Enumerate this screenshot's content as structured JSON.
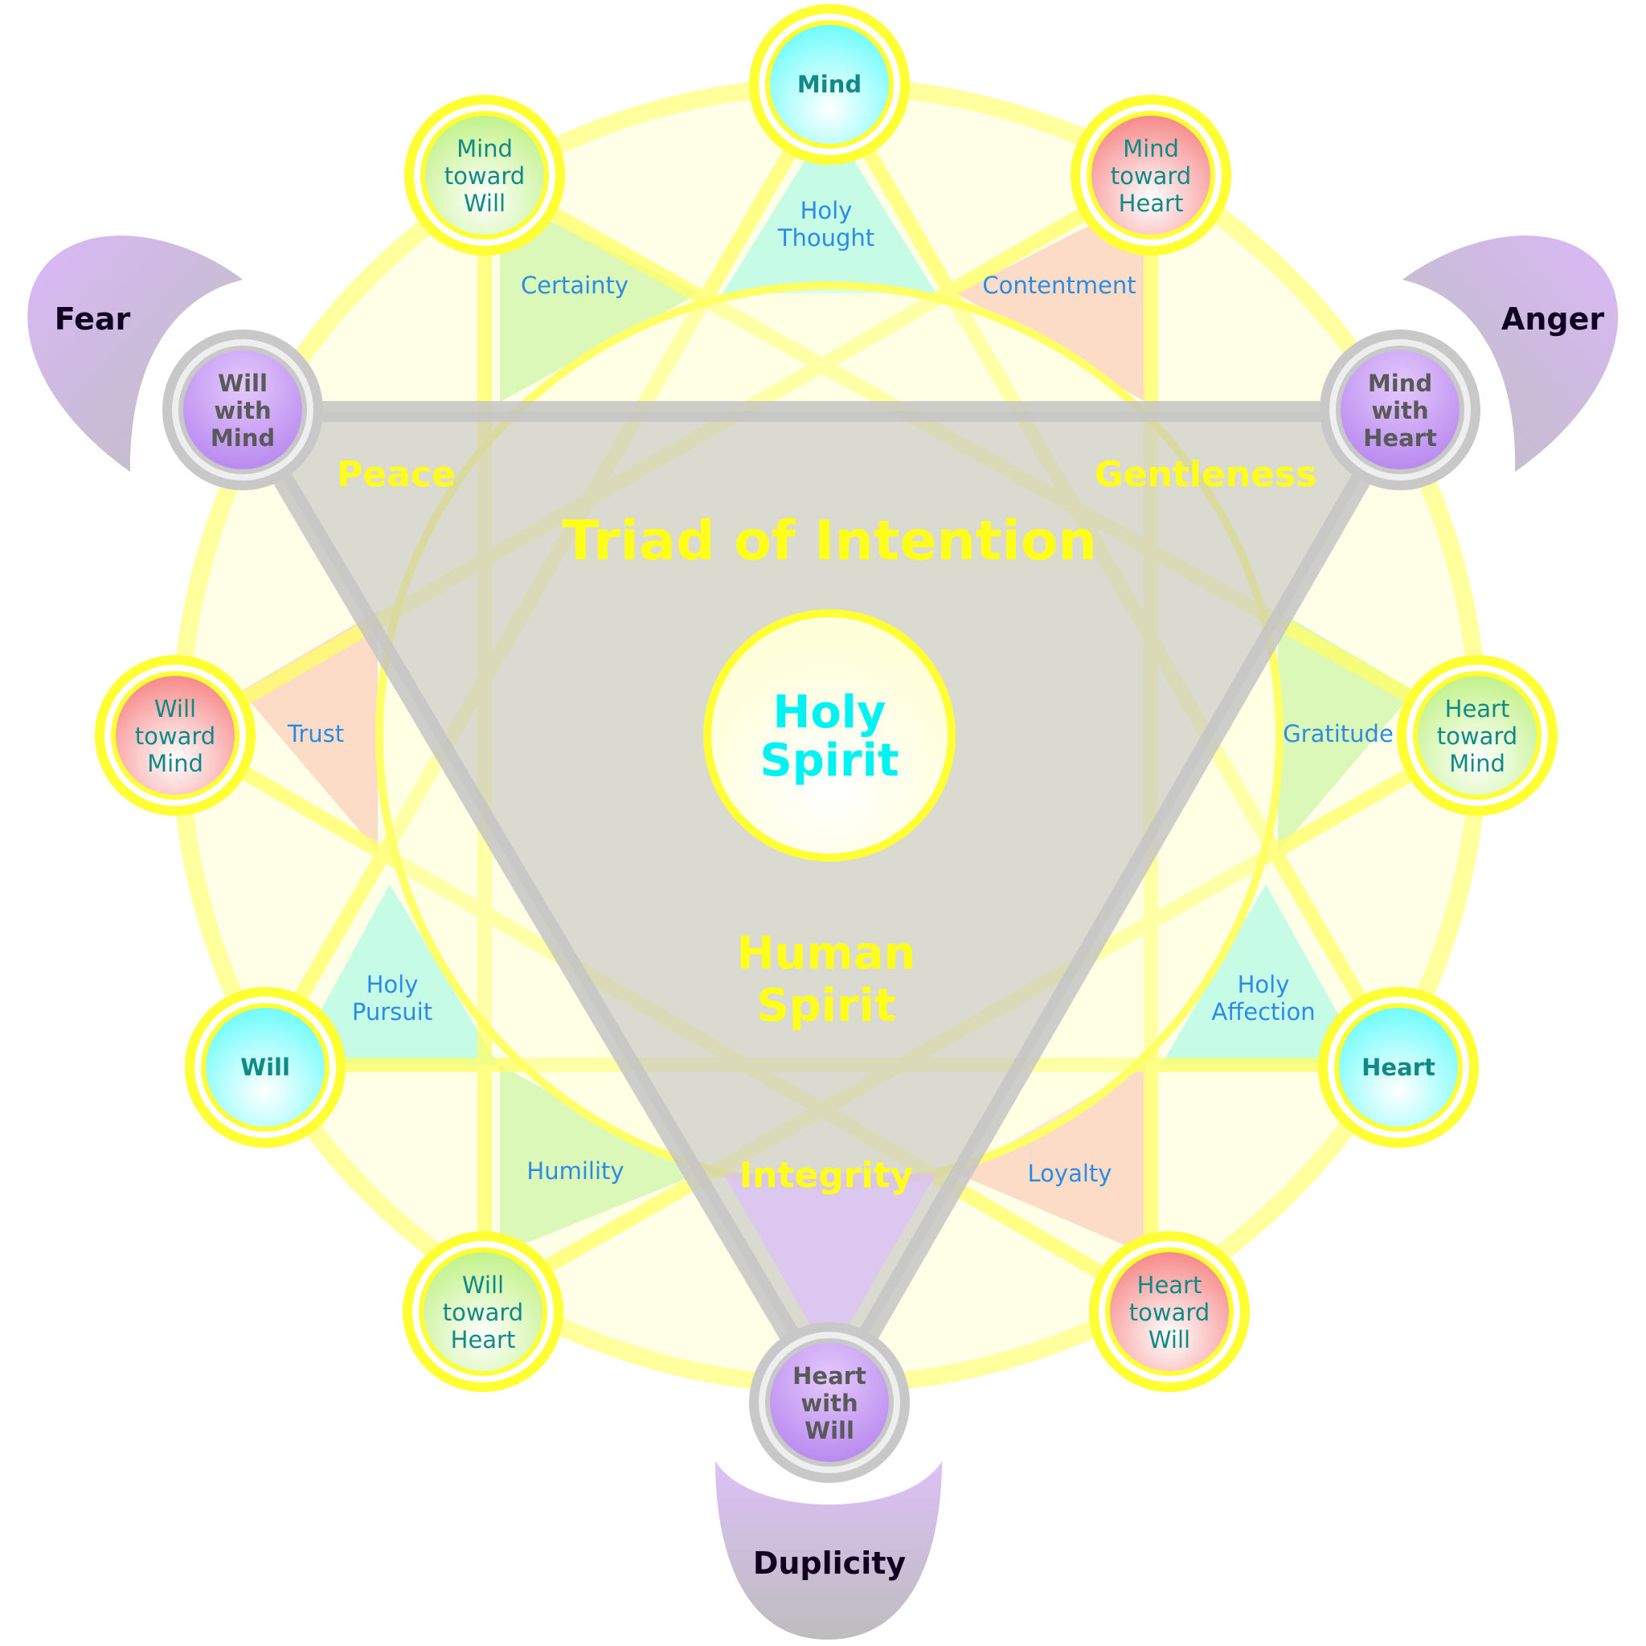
{
  "center": {
    "line1": "Holy",
    "line2": "Spirit"
  },
  "triad_title": "Triad of Intention",
  "human_spirit": {
    "line1": "Human",
    "line2": "Spirit"
  },
  "virtues_gold": {
    "peace": "Peace",
    "gentleness": "Gentleness",
    "integrity": "Integrity"
  },
  "primary_nodes": {
    "mind": "Mind",
    "will": "Will",
    "heart": "Heart"
  },
  "toward_nodes": {
    "mind_toward_will": [
      "Mind",
      "toward",
      "Will"
    ],
    "mind_toward_heart": [
      "Mind",
      "toward",
      "Heart"
    ],
    "will_toward_mind": [
      "Will",
      "toward",
      "Mind"
    ],
    "heart_toward_mind": [
      "Heart",
      "toward",
      "Mind"
    ],
    "will_toward_heart": [
      "Will",
      "toward",
      "Heart"
    ],
    "heart_toward_will": [
      "Heart",
      "toward",
      "Will"
    ]
  },
  "with_nodes": {
    "will_with_mind": [
      "Will",
      "with",
      "Mind"
    ],
    "mind_with_heart": [
      "Mind",
      "with",
      "Heart"
    ],
    "heart_with_will": [
      "Heart",
      "with",
      "Will"
    ]
  },
  "holy_labels": {
    "thought": [
      "Holy",
      "Thought"
    ],
    "pursuit": [
      "Holy",
      "Pursuit"
    ],
    "affection": [
      "Holy",
      "Affection"
    ]
  },
  "virtue_labels": {
    "certainty": "Certainty",
    "contentment": "Contentment",
    "trust": "Trust",
    "gratitude": "Gratitude",
    "humility": "Humility",
    "loyalty": "Loyalty"
  },
  "vices": {
    "fear": "Fear",
    "anger": "Anger",
    "duplicity": "Duplicity"
  },
  "colors": {
    "yellow": "#ffff33",
    "cyan": "#00ffff",
    "grey": "#bdbdbd",
    "purple": "#c58cf2",
    "salmon": "#f78e8e",
    "lightgreen": "#c9f59a",
    "teal_text": "#0f8a86",
    "blue_text": "#2b8ce8"
  }
}
